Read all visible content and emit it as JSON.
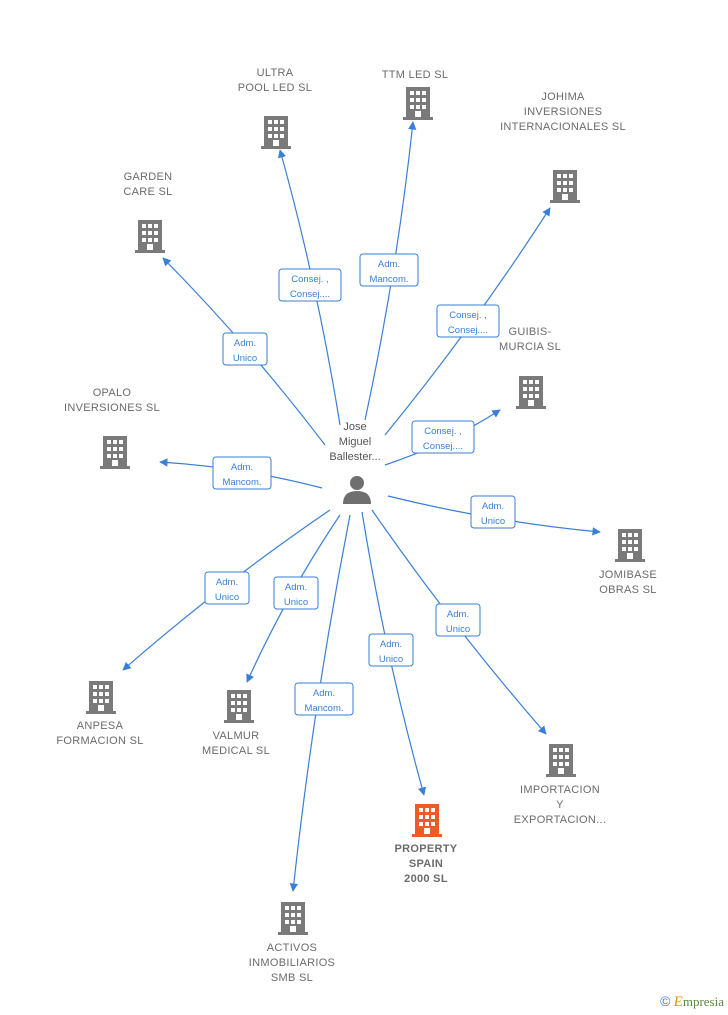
{
  "person": {
    "name_lines": [
      "Jose",
      "Miguel",
      "Ballester..."
    ],
    "icon": "person-icon"
  },
  "colors": {
    "edge": "#3a7fd5",
    "building": "#7a7a7a",
    "building_highlight": "#f05a28",
    "label": "#6b6b6b"
  },
  "companies": [
    {
      "id": "ultra-pool-led",
      "lines": [
        "ULTRA",
        "POOL LED  SL"
      ],
      "highlight": false,
      "role": [
        "Consej. ,",
        "Consej...."
      ]
    },
    {
      "id": "ttm-led",
      "lines": [
        "TTM LED  SL"
      ],
      "highlight": false,
      "role": [
        "Adm.",
        "Mancom."
      ]
    },
    {
      "id": "johima",
      "lines": [
        "JOHIMA",
        "INVERSIONES",
        "INTERNACIONALES SL"
      ],
      "highlight": false,
      "role": [
        "Consej. ,",
        "Consej...."
      ]
    },
    {
      "id": "garden-care",
      "lines": [
        "GARDEN",
        "CARE  SL"
      ],
      "highlight": false,
      "role": [
        "Adm.",
        "Unico"
      ]
    },
    {
      "id": "guibis-murcia",
      "lines": [
        "GUIBIS-",
        "MURCIA SL"
      ],
      "highlight": false,
      "role": [
        "Consej. ,",
        "Consej...."
      ]
    },
    {
      "id": "opalo",
      "lines": [
        "OPALO",
        "INVERSIONES SL"
      ],
      "highlight": false,
      "role": [
        "Adm.",
        "Mancom."
      ]
    },
    {
      "id": "jomibase",
      "lines": [
        "JOMIBASE",
        "OBRAS SL"
      ],
      "highlight": false,
      "role": [
        "Adm.",
        "Unico"
      ]
    },
    {
      "id": "anpesa",
      "lines": [
        "ANPESA",
        "FORMACION SL"
      ],
      "highlight": false,
      "role": [
        "Adm.",
        "Unico"
      ]
    },
    {
      "id": "valmur",
      "lines": [
        "VALMUR",
        "MEDICAL SL"
      ],
      "highlight": false,
      "role": [
        "Adm.",
        "Unico"
      ]
    },
    {
      "id": "importacion",
      "lines": [
        "IMPORTACION",
        "Y",
        "EXPORTACION..."
      ],
      "highlight": false,
      "role": [
        "Adm.",
        "Unico"
      ]
    },
    {
      "id": "property-spain",
      "lines": [
        "PROPERTY",
        "SPAIN",
        "2000  SL"
      ],
      "highlight": true,
      "role": [
        "Adm.",
        "Unico"
      ]
    },
    {
      "id": "activos",
      "lines": [
        "ACTIVOS",
        "INMOBILIARIOS",
        "SMB  SL"
      ],
      "highlight": false,
      "role": [
        "Adm.",
        "Mancom."
      ]
    }
  ],
  "footer": {
    "copyright_symbol": "©",
    "brand_initial": "E",
    "brand_rest": "mpresia"
  }
}
